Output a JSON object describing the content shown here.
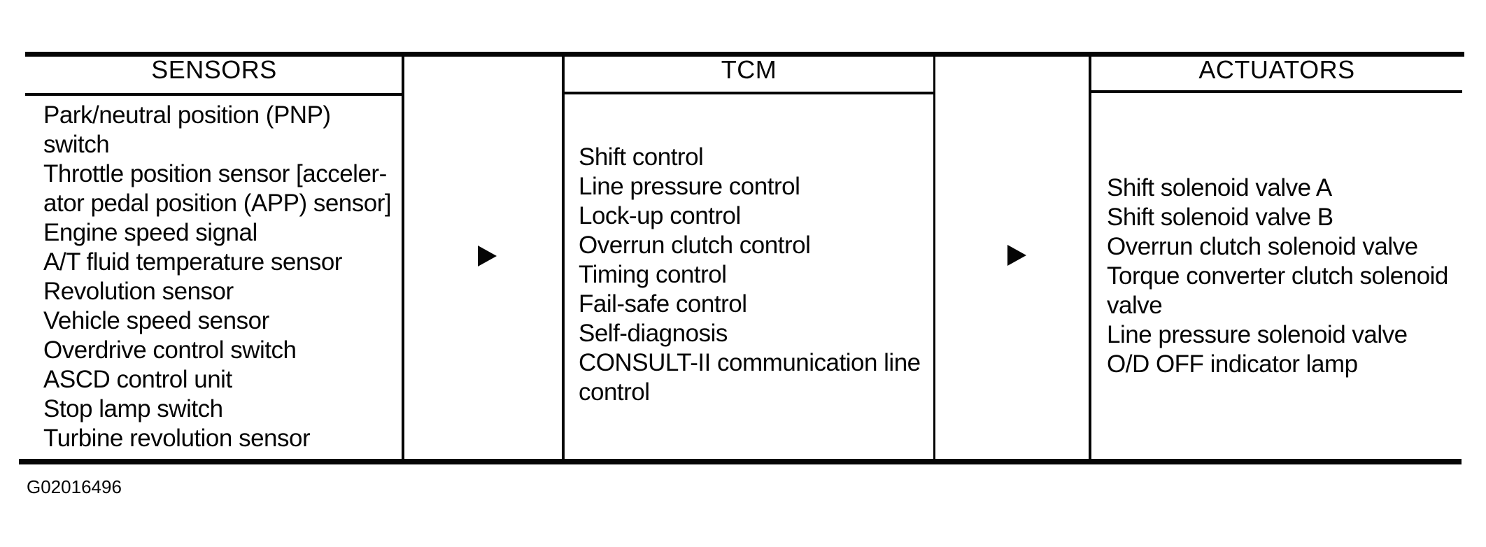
{
  "figure_id": "G02016496",
  "colors": {
    "ink": "#050505",
    "paper": "#ffffff"
  },
  "arrows": {
    "icon": "solid-right-triangle",
    "count": 2,
    "color": "#050505"
  },
  "columns": [
    {
      "header": "SENSORS",
      "lines": [
        "Park/neutral position (PNP)",
        "switch",
        "Throttle position sensor [acceler-",
        "ator pedal position (APP) sensor]",
        "Engine speed signal",
        "A/T fluid temperature sensor",
        "Revolution sensor",
        "Vehicle speed sensor",
        "Overdrive control switch",
        "ASCD control unit",
        "Stop lamp switch",
        "Turbine revolution sensor"
      ]
    },
    {
      "header": "TCM",
      "lines": [
        "Shift control",
        "Line pressure control",
        "Lock-up control",
        "Overrun clutch control",
        "Timing control",
        "Fail-safe control",
        "Self-diagnosis",
        "CONSULT-II communication line",
        "control"
      ]
    },
    {
      "header": "ACTUATORS",
      "lines": [
        "Shift solenoid valve A",
        "Shift solenoid valve B",
        "Overrun clutch solenoid valve",
        "Torque converter clutch solenoid",
        "valve",
        "Line pressure solenoid valve",
        "O/D OFF indicator lamp"
      ]
    }
  ]
}
